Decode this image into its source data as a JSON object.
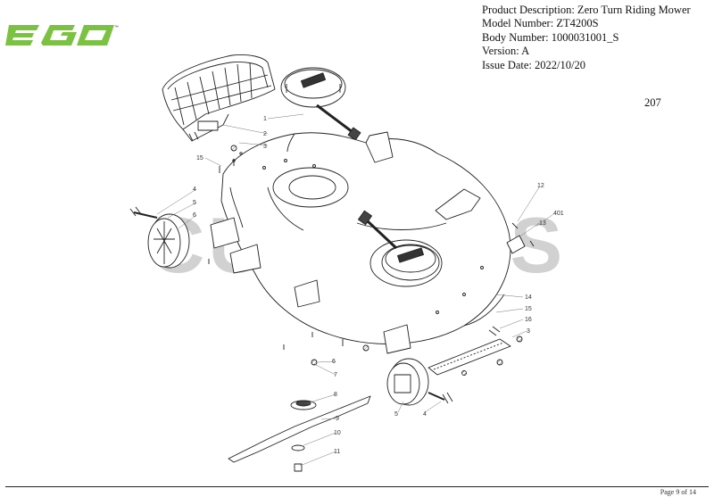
{
  "brand": {
    "logo_text": "EGO",
    "tm": "™",
    "color": "#7cc242"
  },
  "header": {
    "product_description": "Product Description: Zero Turn Riding Mower",
    "model_number": "Model Number: ZT4200S",
    "body_number": "Body Number: 1000031001_S",
    "version": "Version: A",
    "issue_date": "Issue Date: 2022/10/20"
  },
  "sheet_number": "207",
  "watermark": "CUTLER'S",
  "callouts": [
    "1",
    "2",
    "3",
    "15",
    "4",
    "5",
    "6",
    "12",
    "401",
    "13",
    "14",
    "15",
    "16",
    "3",
    "6",
    "7",
    "8",
    "9",
    "10",
    "11",
    "5",
    "4"
  ],
  "footer": {
    "page": "Page 9 of 14"
  }
}
